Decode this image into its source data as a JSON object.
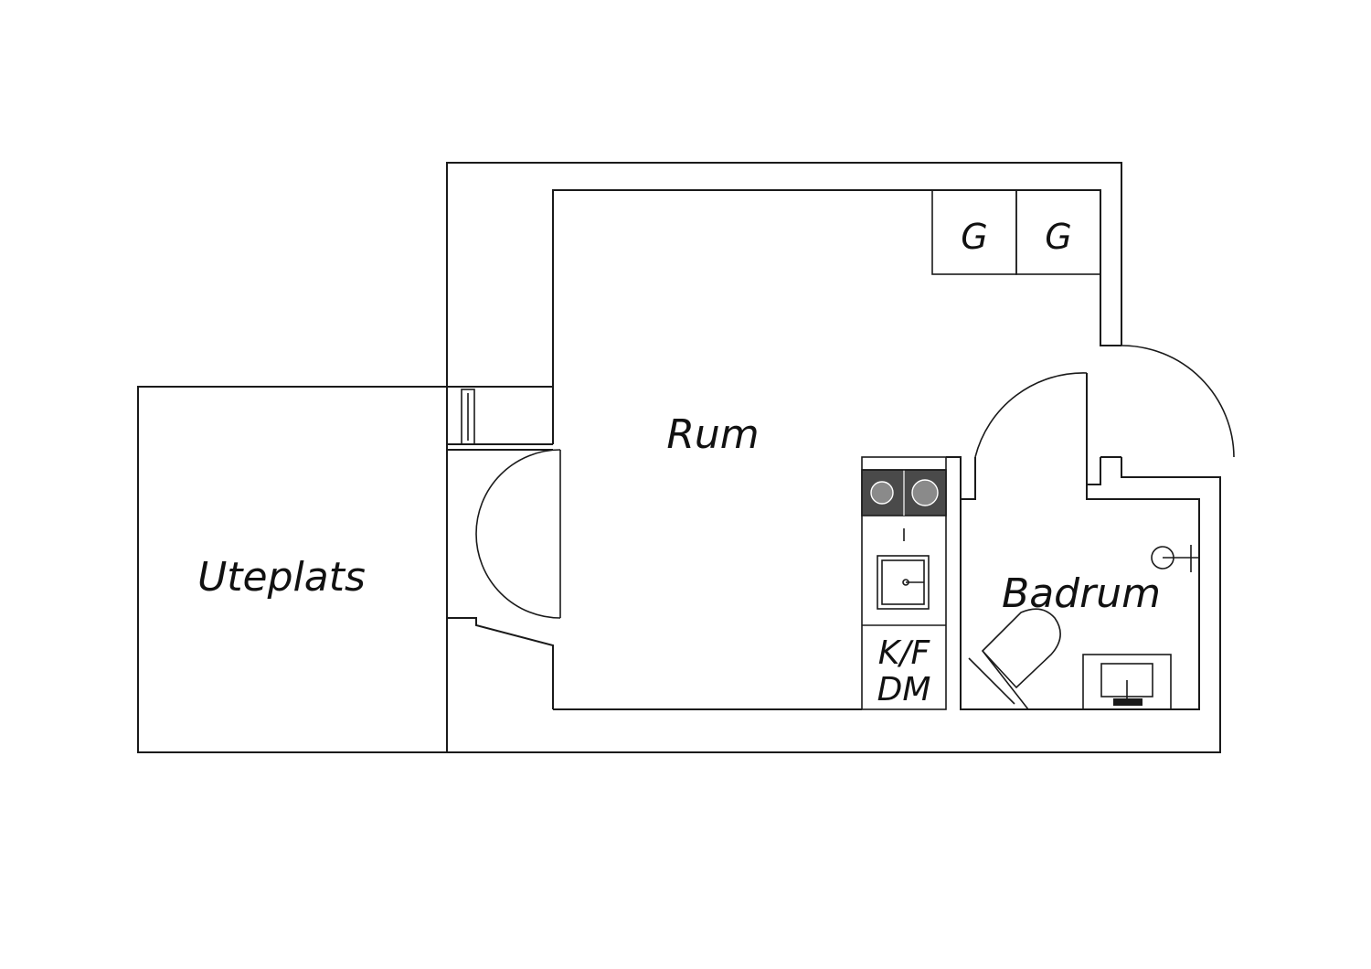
{
  "labels": {
    "uteplats": "Uteplats",
    "rum": "Rum",
    "badrum": "Badrum",
    "garderob_1": "G",
    "garderob_2": "G",
    "kf": "K/F",
    "dm": "DM"
  },
  "colors": {
    "line": "#1a1a1a",
    "background": "#ffffff",
    "stove_fill": "#4a4a4a"
  }
}
